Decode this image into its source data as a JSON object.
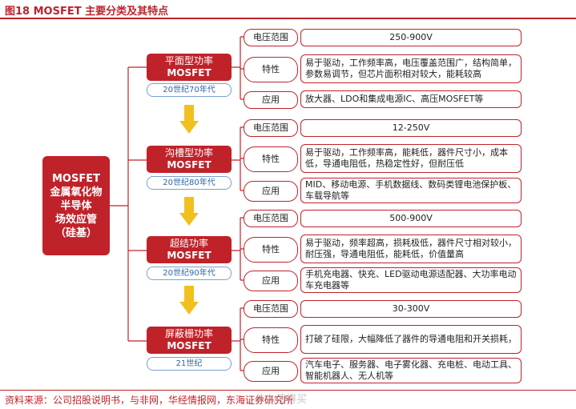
{
  "title": "图18  MOSFET 主要分类及其特点",
  "root_lines": [
    "MOSFET",
    "金属氧化物",
    "半导体",
    "场效应管",
    "（硅基）"
  ],
  "categories": [
    {
      "name_line1": "平面型功率",
      "name_line2": "MOSFET",
      "era": "20世纪70年代",
      "rows": [
        {
          "label": "电压范围",
          "value": "250-900V"
        },
        {
          "label": "特性",
          "value": "易于驱动，工作频率高，电压覆盖范围广，结构简单，参数易调节，但芯片面积相对较大，能耗较高"
        },
        {
          "label": "应用",
          "value": "放大器、LDO和集成电源IC、高压MOSFET等"
        }
      ]
    },
    {
      "name_line1": "沟槽型功率",
      "name_line2": "MOSFET",
      "era": "20世纪80年代",
      "rows": [
        {
          "label": "电压范围",
          "value": "12-250V"
        },
        {
          "label": "特性",
          "value": "易于驱动，工作频率高，能耗低，器件尺寸小，成本低，导通电阻低，热稳定性好，但耐压低"
        },
        {
          "label": "应用",
          "value": "MID、移动电源、手机数据线、数码类锂电池保护板、车载导航等"
        }
      ]
    },
    {
      "name_line1": "超结功率",
      "name_line2": "MOSFET",
      "era": "20世纪90年代",
      "rows": [
        {
          "label": "电压范围",
          "value": "500-900V"
        },
        {
          "label": "特性",
          "value": "易于驱动，频率超高，损耗极低，器件尺寸相对较小，耐压强，导通电阻低，能耗低，价值量高"
        },
        {
          "label": "应用",
          "value": "手机充电器、快充、LED驱动电源适配器、大功率电动车充电器等"
        }
      ]
    },
    {
      "name_line1": "屏蔽栅功率",
      "name_line2": "MOSFET",
      "era": "21世纪",
      "rows": [
        {
          "label": "电压范围",
          "value": "30-300V"
        },
        {
          "label": "特性",
          "value": "打破了硅限，大幅降低了器件的导通电阻和开关损耗，"
        },
        {
          "label": "应用",
          "value": "汽车电子、服务器、电子雾化器、充电桩、电动工具、智能机器人、无人机等"
        }
      ]
    }
  ],
  "source": "资料来源：公司招股说明书，与非网，华经情报网，东海证券研究所",
  "watermark": "什么值得买",
  "colors": {
    "accent": "#c0222a",
    "era_text": "#2e65a6",
    "arrow": "#f2c01e"
  }
}
